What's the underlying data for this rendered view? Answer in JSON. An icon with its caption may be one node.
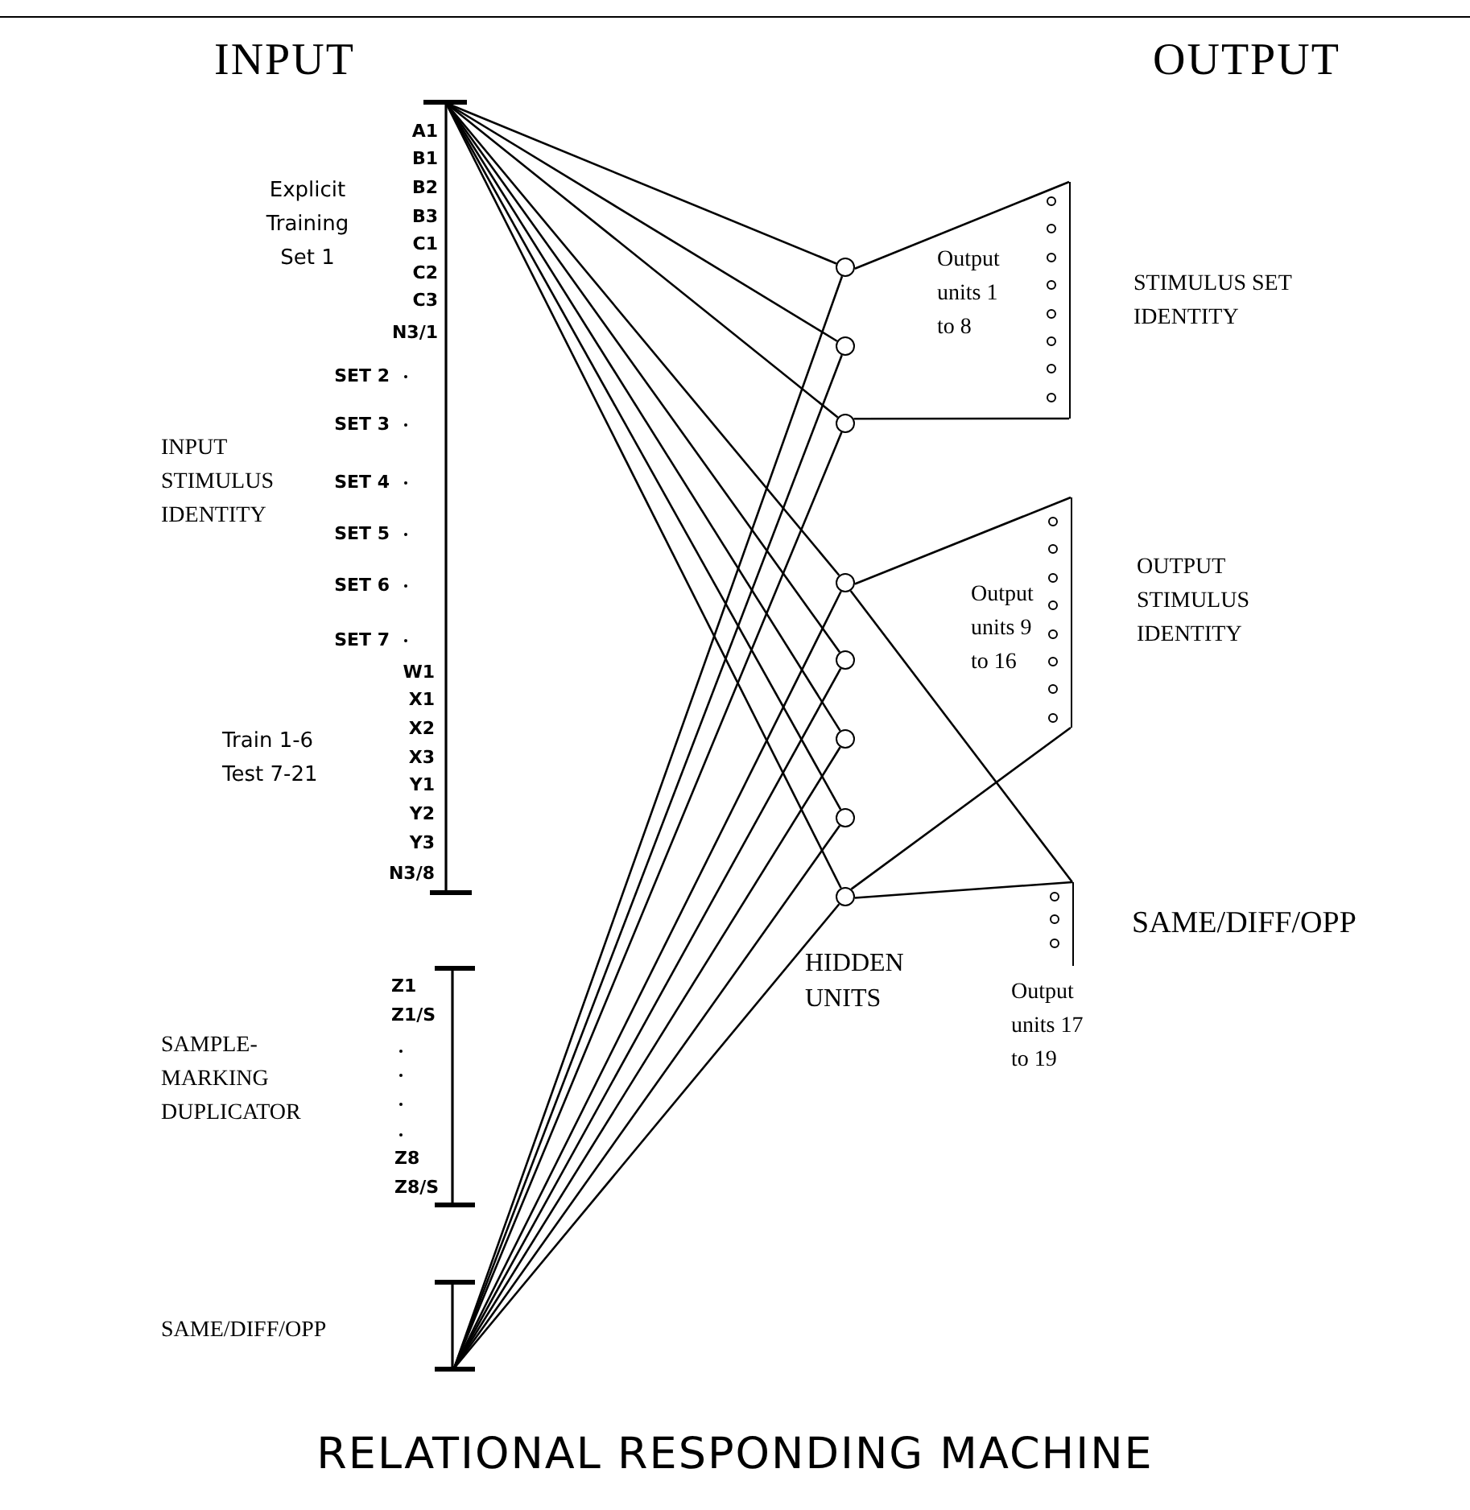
{
  "diagram": {
    "title": "RELATIONAL RESPONDING MACHINE",
    "nodes": [
      {
        "text": [],
        "shape": "bar"
      },
      {
        "text": [],
        "shape": "bar"
      },
      {
        "text": [],
        "shape": "bar"
      },
      {
        "text": [],
        "shape": "circle"
      },
      {
        "text": [],
        "shape": "circle"
      },
      {
        "text": [],
        "shape": "circle"
      },
      {
        "text": [],
        "shape": "circle"
      },
      {
        "text": [],
        "shape": "circle"
      },
      {
        "text": [],
        "shape": "circle"
      },
      {
        "text": [],
        "shape": "circle"
      },
      {
        "text": [],
        "shape": "circle"
      },
      {
        "text": [
          "Output units 1 to 8"
        ],
        "beside": [
          "STIMULUS SET IDENTITY"
        ]
      },
      {
        "text": [
          "Output units 9 to 16"
        ],
        "beside": [
          "OUTPUT STIMULUS IDENTITY"
        ]
      },
      {
        "text": [
          "Output units 17 to 19"
        ],
        "beside": [
          "SAME/DIFF/OPP"
        ]
      }
    ],
    "edges": [
      {
        "from": 0,
        "to": 3,
        "arrow": "none"
      },
      {
        "from": 0,
        "to": 4,
        "arrow": "none"
      },
      {
        "from": 0,
        "to": 5,
        "arrow": "none"
      },
      {
        "from": 0,
        "to": 6,
        "arrow": "none"
      },
      {
        "from": 0,
        "to": 7,
        "arrow": "none"
      },
      {
        "from": 0,
        "to": 8,
        "arrow": "none"
      },
      {
        "from": 0,
        "to": 9,
        "arrow": "none"
      },
      {
        "from": 0,
        "to": 10,
        "arrow": "none"
      },
      {
        "from": 2,
        "to": 3,
        "arrow": "none"
      },
      {
        "from": 2,
        "to": 4,
        "arrow": "none"
      },
      {
        "from": 2,
        "to": 5,
        "arrow": "none"
      },
      {
        "from": 2,
        "to": 6,
        "arrow": "none"
      },
      {
        "from": 2,
        "to": 7,
        "arrow": "none"
      },
      {
        "from": 2,
        "to": 8,
        "arrow": "none"
      },
      {
        "from": 2,
        "to": 9,
        "arrow": "none"
      },
      {
        "from": 2,
        "to": 10,
        "arrow": "none"
      },
      {
        "from": 3,
        "to": 11,
        "arrow": "none"
      },
      {
        "from": 5,
        "to": 11,
        "arrow": "none"
      },
      {
        "from": 6,
        "to": 12,
        "arrow": "none"
      },
      {
        "from": 10,
        "to": 12,
        "arrow": "none"
      },
      {
        "from": 6,
        "to": 13,
        "arrow": "none"
      },
      {
        "from": 10,
        "to": 13,
        "arrow": "none"
      }
    ],
    "labels": [
      "INPUT",
      "OUTPUT",
      "A1",
      "B1",
      "B2",
      "B3",
      "C1",
      "C2",
      "C3",
      "N3/1",
      "Explicit Training Set 1",
      "SET 2",
      "SET 3",
      "INPUT STIMULUS IDENTITY",
      "SET 4",
      "SET 5",
      "SET 6",
      "SET 7",
      "W1",
      "X1",
      "X2",
      "X3",
      "Y1",
      "Y2",
      "Y3",
      "N3/8",
      "Train 1-6 Test 7-21",
      "Z1",
      "Z1/S",
      "Z8",
      "Z8/S",
      "SAMPLE- MARKING DUPLICATOR",
      "SAME/DIFF/OPP",
      "HIDDEN UNITS"
    ]
  }
}
